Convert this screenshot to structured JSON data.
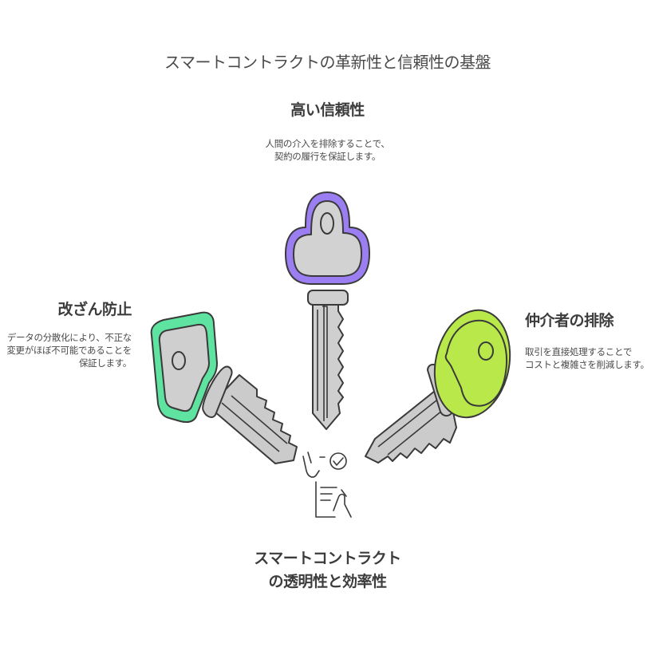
{
  "title": "スマートコントラクトの革新性と信頼性の基盤",
  "sections": {
    "top": {
      "heading": "高い信頼性",
      "description_line1": "人間の介入を排除することで、",
      "description_line2": "契約の履行を保証します。",
      "key_color": "#9b7ff2"
    },
    "left": {
      "heading": "改ざん防止",
      "description_line1": "データの分散化により、不正な",
      "description_line2": "変更がほぼ不可能であることを",
      "description_line3": "保証します。",
      "key_color": "#5fe3a1"
    },
    "right": {
      "heading": "仲介者の排除",
      "description_line1": "取引を直接処理することで",
      "description_line2": "コストと複雑さを削減します。",
      "key_color": "#b9e84a"
    },
    "bottom": {
      "heading_line1": "スマートコントラクト",
      "heading_line2": "の透明性と効率性",
      "icon": "contract-handshake-icon"
    }
  }
}
